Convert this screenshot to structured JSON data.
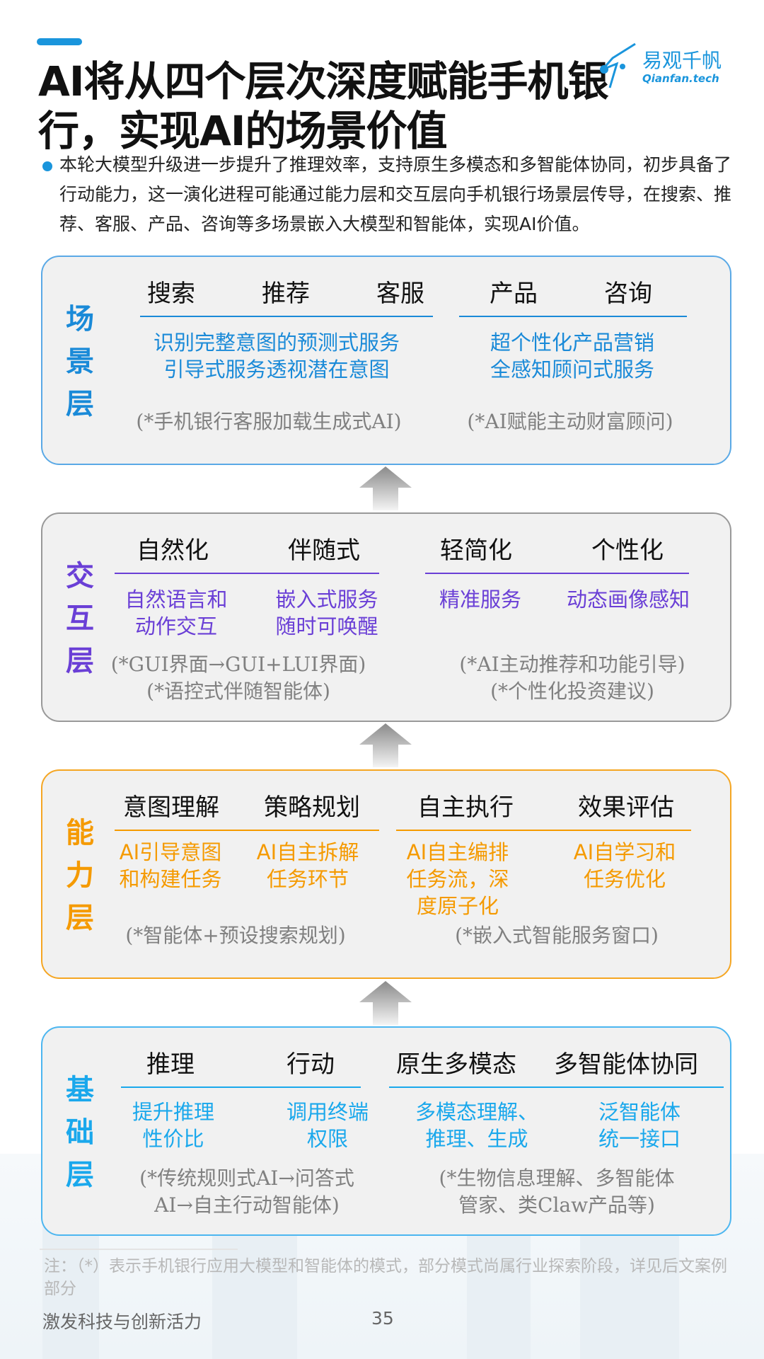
{
  "header": {
    "title": "AI将从四个层次深度赋能手机银行，实现AI的场景价值",
    "logo_cn": "易观千帆",
    "logo_en": "Qianfan.tech",
    "intro": "本轮大模型升级进一步提升了推理效率，支持原生多模态和多智能体协同，初步具备了行动能力，这一演化进程可能通过能力层和交互层向手机银行场景层传导，在搜索、推荐、客服、产品、咨询等多场景嵌入大模型和智能体，实现AI价值。"
  },
  "colors": {
    "brand": "#1a95dc",
    "scene": "#1a8ad8",
    "interaction": "#6a3fd6",
    "ability": "#f59a00",
    "base": "#1aa8ec",
    "note": "#808080"
  },
  "layers": [
    {
      "label": "场景层",
      "headings": [
        "搜索",
        "推荐",
        "客服",
        "产品",
        "咨询"
      ],
      "descs": [
        "识别完整意图的预测式服务\n引导式服务透视潜在意图",
        "超个性化产品营销\n全感知顾问式服务"
      ],
      "notes": [
        "(*手机银行客服加载生成式AI)",
        "(*AI赋能主动财富顾问)"
      ]
    },
    {
      "label": "交互层",
      "headings": [
        "自然化",
        "伴随式",
        "轻简化",
        "个性化"
      ],
      "descs": [
        "自然语言和\n动作交互",
        "嵌入式服务\n随时可唤醒",
        "精准服务",
        "动态画像感知"
      ],
      "notes": [
        "(*GUI界面→GUI+LUI界面)\n(*语控式伴随智能体)",
        "(*AI主动推荐和功能引导)\n(*个性化投资建议)"
      ]
    },
    {
      "label": "能力层",
      "headings": [
        "意图理解",
        "策略规划",
        "自主执行",
        "效果评估"
      ],
      "descs": [
        "AI引导意图\n和构建任务",
        "AI自主拆解\n任务环节",
        "AI自主编排\n任务流，深\n度原子化",
        "AI自学习和\n任务优化"
      ],
      "notes": [
        "(*智能体+预设搜索规划)",
        "(*嵌入式智能服务窗口)"
      ]
    },
    {
      "label": "基础层",
      "headings": [
        "推理",
        "行动",
        "原生多模态",
        "多智能体协同"
      ],
      "descs": [
        "提升推理\n性价比",
        "调用终端\n权限",
        "多模态理解、\n推理、生成",
        "泛智能体\n统一接口"
      ],
      "notes": [
        "(*传统规则式AI→问答式\nAI→自主行动智能体)",
        "(*生物信息理解、多智能体\n管家、类Claw产品等)"
      ]
    }
  ],
  "footer": {
    "note": "注：（*）表示手机银行应用大模型和智能体的模式，部分模式尚属行业探索阶段，详见后文案例部分",
    "section": "激发科技与创新活力",
    "page": "35"
  }
}
